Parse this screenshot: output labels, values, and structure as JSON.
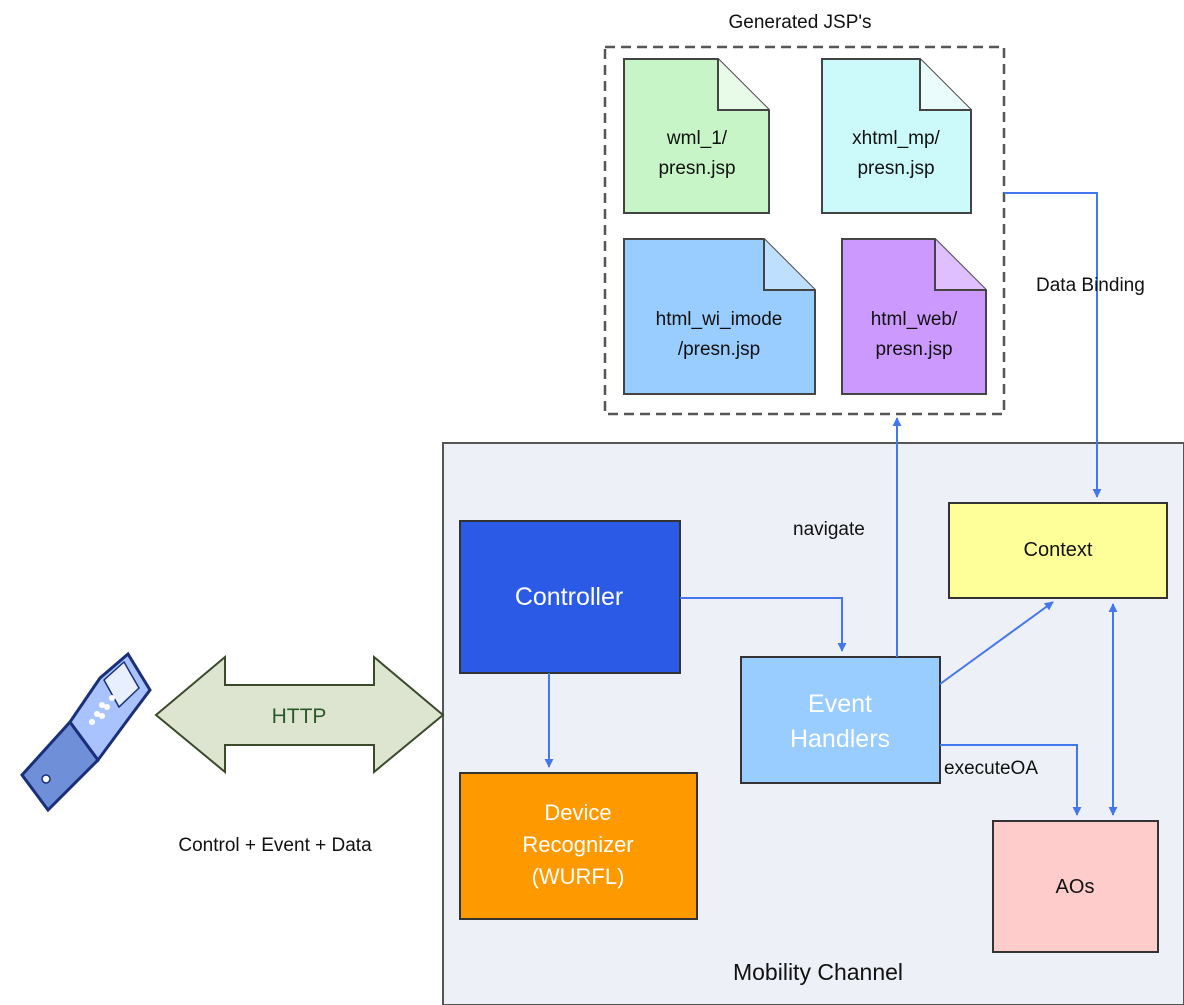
{
  "generated_group": {
    "title": "Generated JSP's",
    "files": [
      {
        "line1": "wml_1/",
        "line2": "presn.jsp"
      },
      {
        "line1": "xhtml_mp/",
        "line2": "presn.jsp"
      },
      {
        "line1": "html_wi_imode",
        "line2": "/presn.jsp"
      },
      {
        "line1": "html_web/",
        "line2": "presn.jsp"
      }
    ]
  },
  "channel": {
    "label": "Mobility Channel"
  },
  "nodes": {
    "controller": "Controller",
    "device_recognizer": {
      "line1": "Device",
      "line2": "Recognizer",
      "line3": "(WURFL)"
    },
    "event_handlers": {
      "line1": "Event",
      "line2": "Handlers"
    },
    "context": "Context",
    "aos": "AOs"
  },
  "edges": {
    "data_binding": "Data Binding",
    "navigate": "navigate",
    "execute_oa": "executeOA"
  },
  "http": {
    "label": "HTTP",
    "caption": "Control + Event + Data"
  },
  "colors": {
    "wml_file": "#c8f5c8",
    "xhtml_file": "#ccfafa",
    "imode_file": "#99ccff",
    "web_file": "#cc99ff",
    "channel_bg": "#eef0f7",
    "controller": "#2b5be6",
    "device_recognizer": "#ff9900",
    "event_handlers": "#99ccff",
    "context": "#ffff99",
    "aos": "#ffcccc",
    "arrow": "#4477ee",
    "http_arrow": "#dde4d0"
  }
}
